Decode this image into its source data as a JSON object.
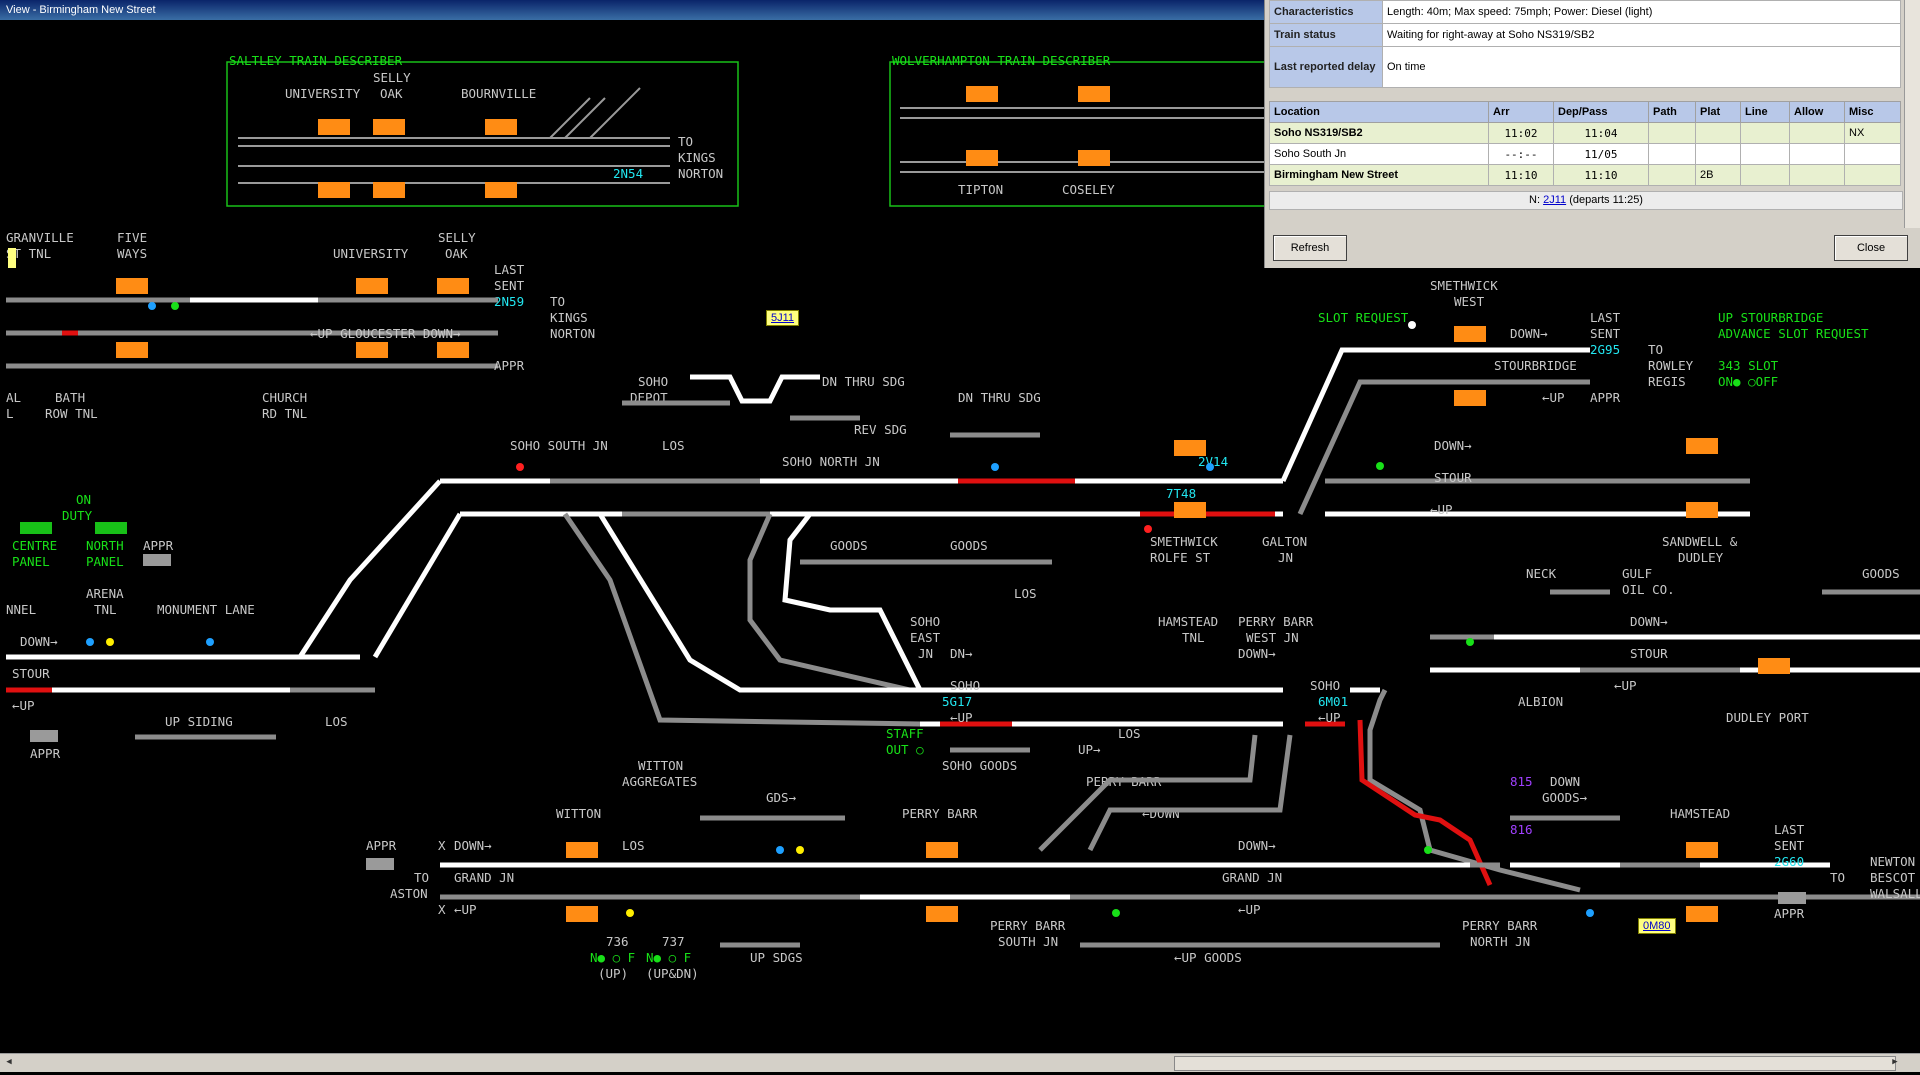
{
  "window": {
    "title": "View - Birmingham New Street"
  },
  "panel": {
    "characteristics_label": "Characteristics",
    "characteristics": "Length: 40m; Max speed: 75mph; Power: Diesel (light)",
    "status_label": "Train status",
    "status": "Waiting for right-away at Soho NS319/SB2",
    "delay_label": "Last reported delay",
    "delay": "On time",
    "columns": [
      "Location",
      "Arr",
      "Dep/Pass",
      "Path",
      "Plat",
      "Line",
      "Allow",
      "Misc"
    ],
    "rows": [
      {
        "location": "Soho NS319/SB2",
        "arr": "11:02",
        "dep": "11:04",
        "path": "",
        "plat": "",
        "line": "",
        "allow": "",
        "misc": "NX"
      },
      {
        "location": "Soho South Jn",
        "arr": "--:--",
        "dep": "11/05",
        "path": "",
        "plat": "",
        "line": "",
        "allow": "",
        "misc": ""
      },
      {
        "location": "Birmingham New Street",
        "arr": "11:10",
        "dep": "11:10",
        "path": "",
        "plat": "2B",
        "line": "",
        "allow": "",
        "misc": ""
      }
    ],
    "next_prefix": "N:",
    "next_train": "2J11",
    "next_suffix": "(departs 11:25)",
    "refresh": "Refresh",
    "close": "Close"
  },
  "tags": {
    "t1": "5J11",
    "t2": "0M80"
  },
  "describers": {
    "saltley": "SALTLEY TRAIN DESCRIBER",
    "wolverhampton": "WOLVERHAMPTON TRAIN DESCRIBER",
    "university": "UNIVERSITY",
    "selly": "SELLY",
    "oak": "OAK",
    "bournville": "BOURNVILLE",
    "to": "TO",
    "kings": "KINGS",
    "norton": "NORTON",
    "hc_2n54": "2N54",
    "tipton": "TIPTON",
    "coseley": "COSELEY"
  },
  "labels": {
    "granville": "GRANVILLE",
    "st_tnl": "ST TNL",
    "five": "FIVE",
    "ways": "WAYS",
    "university2": "UNIVERSITY",
    "selly2": "SELLY",
    "oak2": "OAK",
    "last": "LAST",
    "sent": "SENT",
    "hc_2n59": "2N59",
    "to2": "TO",
    "kings2": "KINGS",
    "norton2": "NORTON",
    "up_glos": "←UP GLOUCESTER DOWN→",
    "appr": "APPR",
    "al": "AL",
    "l": "L",
    "bath": "BATH",
    "row_tnl": "ROW TNL",
    "church": "CHURCH",
    "rd_tnl": "RD TNL",
    "soho_depot1": "SOHO",
    "soho_depot2": "DEPOT",
    "dn_thru_sdg1": "DN THRU SDG",
    "dn_thru_sdg2": "DN THRU SDG",
    "rev_sdg": "REV SDG",
    "los": "LOS",
    "soho_south_jn": "SOHO SOUTH JN",
    "soho_north_jn": "SOHO NORTH JN",
    "on": "ON",
    "duty": "DUTY",
    "centre": "CENTRE",
    "panel": "PANEL",
    "north": "NORTH",
    "panel2": "PANEL",
    "appr2": "APPR",
    "nnel": "NNEL",
    "arena": "ARENA",
    "tnl": "TNL",
    "monument": "MONUMENT LANE",
    "down": "DOWN→",
    "stour": "STOUR",
    "up": "←UP",
    "up_siding": "UP SIDING",
    "los2": "LOS",
    "appr3": "APPR",
    "goods1": "GOODS",
    "goods2": "GOODS",
    "los3": "LOS",
    "smethwick": "SMETHWICK",
    "rolfe_st": "ROLFE ST",
    "galton": "GALTON",
    "jn": "JN",
    "hc_7t48": "7T48",
    "hc_2v14": "2V14",
    "smethwick_west1": "SMETHWICK",
    "smethwick_west2": "WEST",
    "slot_request": "SLOT REQUEST",
    "last2": "LAST",
    "sent2": "SENT",
    "hc_2g95": "2G95",
    "to3": "TO",
    "rowley": "ROWLEY",
    "regis": "REGIS",
    "down2": "DOWN→",
    "stourbridge": "STOURBRIDGE",
    "up2": "←UP",
    "appr4": "APPR",
    "up_stourbridge": "UP STOURBRIDGE",
    "advance_slot": "ADVANCE SLOT REQUEST",
    "slot343": "343 SLOT",
    "on_off": "ON● ○OFF",
    "down3": "DOWN→",
    "stour2": "STOUR",
    "up3": "←UP",
    "sandwell": "SANDWELL &",
    "dudley": "DUDLEY",
    "neck": "NECK",
    "gulf": "GULF",
    "oil": "OIL CO.",
    "goods3": "GOODS",
    "down4": "DOWN→",
    "stour3": "STOUR",
    "up4": "←UP",
    "albion": "ALBION",
    "dudley_port": "DUDLEY PORT",
    "soho_east1": "SOHO",
    "soho_east2": "EAST",
    "soho_east3": "JN",
    "dn": "DN→",
    "hamstead_tnl1": "HAMSTEAD",
    "hamstead_tnl2": "TNL",
    "perry_barr_west1": "PERRY BARR",
    "perry_barr_west2": "WEST JN",
    "down5": "DOWN→",
    "soho_a": "SOHO",
    "soho_b": "SOHO",
    "hc_5g17": "5G17",
    "hc_6m01": "6M01",
    "up5": "←UP",
    "up6": "←UP",
    "staff": "STAFF",
    "out": "OUT ○",
    "soho_goods": "SOHO GOODS",
    "up_arrow": "UP→",
    "los4": "LOS",
    "perry_barr": "PERRY BARR",
    "down6": "←DOWN",
    "witton_agg1": "WITTON",
    "witton_agg2": "AGGREGATES",
    "gds": "GDS→",
    "witton": "WITTON",
    "perry_barr2": "PERRY BARR",
    "appr5": "APPR",
    "x1": "X",
    "down7": "DOWN→",
    "los5": "LOS",
    "to4": "TO",
    "aston": "ASTON",
    "grand_jn": "GRAND JN",
    "grand_jn2": "GRAND JN",
    "down8": "DOWN→",
    "x2": "X",
    "up7": "←UP",
    "up8": "←UP",
    "s736": "736",
    "s737": "737",
    "s736l": "N● ○ F",
    "s737l": "N● ○ F",
    "up_lbl": "(UP)",
    "updn_lbl": "(UP&DN)",
    "up_sdgs": "UP SDGS",
    "perry_barr_south1": "PERRY BARR",
    "perry_barr_south2": "SOUTH JN",
    "up_goods": "←UP GOODS",
    "perry_barr_north1": "PERRY BARR",
    "perry_barr_north2": "NORTH JN",
    "hc_815": "815",
    "hc_816": "816",
    "down_goods1": "DOWN",
    "down_goods2": "GOODS→",
    "hamstead": "HAMSTEAD",
    "last3": "LAST",
    "sent3": "SENT",
    "hc_2g60": "2G60",
    "to5": "TO",
    "newton": "NEWTON",
    "bescot": "BESCOT",
    "walsall": "WALSALL",
    "appr6": "APPR"
  },
  "colors": {
    "track": "#8c8c8c",
    "route": "#ffffff",
    "occupied": "#e01010",
    "berth": "#ff8c14",
    "panel_header": "#b8c8e8"
  }
}
